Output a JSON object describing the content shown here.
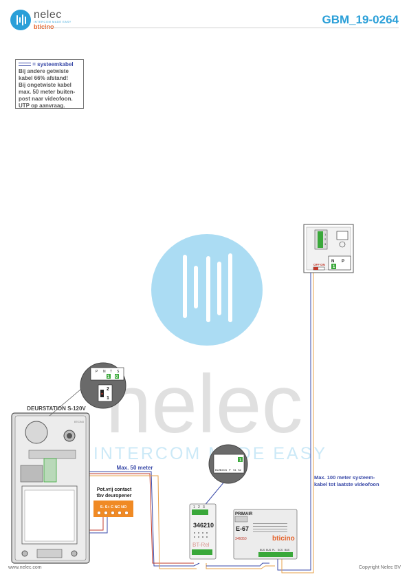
{
  "brand": {
    "name": "nelec",
    "tagline": "INTERCOM MADE EASY",
    "partner": "bticino"
  },
  "doc_code": "GBM_19-0264",
  "colors": {
    "accent": "#2a9fd8",
    "cable": "#3a4aa8",
    "cable_alt": "#c0392b",
    "orange": "#f08a24",
    "green": "#3aa83a"
  },
  "legend": {
    "title": "= systeemkabel",
    "lines": [
      "Bij andere getwiste",
      "kabel 66% afstand!",
      "Bij ongetwiste kabel",
      "max. 50 meter buiten-",
      "post naar videofoon.",
      "UTP op aanvraag."
    ]
  },
  "watermark": {
    "word": "nelec",
    "tagline": "INTERCOM MADE EASY"
  },
  "door_station": {
    "title": "DEURSTATION S-120V",
    "brand_mark": "BTICINO"
  },
  "zoom_top": {
    "labels": [
      "P",
      "N",
      "T",
      "S"
    ],
    "values": [
      "1",
      "0"
    ],
    "jumper": [
      "2",
      "1"
    ]
  },
  "zoom_mid": {
    "labels": [
      "BUS",
      "SIG",
      "N",
      "P",
      "S1",
      "S2"
    ],
    "value": "1"
  },
  "relay": {
    "caption_1": "Pot.vrij contact",
    "caption_2": "tbv deuropener",
    "terminals": "S-  S+ C  NC NO"
  },
  "interface": {
    "numbers": [
      "1",
      "2",
      "3"
    ],
    "model": "346210",
    "subtitle": "BT-Rel"
  },
  "psu": {
    "primary": "PRIMAIR",
    "model": "E-67",
    "part": "346050",
    "logo": "bticino",
    "terminals": [
      "BUS",
      "BUS",
      "PL",
      "SCS",
      "BUS"
    ]
  },
  "monitor": {
    "labels": [
      "OFF",
      "ON"
    ],
    "np": [
      "N",
      "P"
    ],
    "value": "1",
    "terminal_nums": [
      "1",
      "2",
      "3"
    ]
  },
  "cable_notes": {
    "short": "Max. 50 meter",
    "long_1": "Max. 100 meter systeem-",
    "long_2": "kabel tot laatste videofoon"
  },
  "footer": {
    "left": "www.nelec.com",
    "right": "Copyright Nelec BV"
  }
}
